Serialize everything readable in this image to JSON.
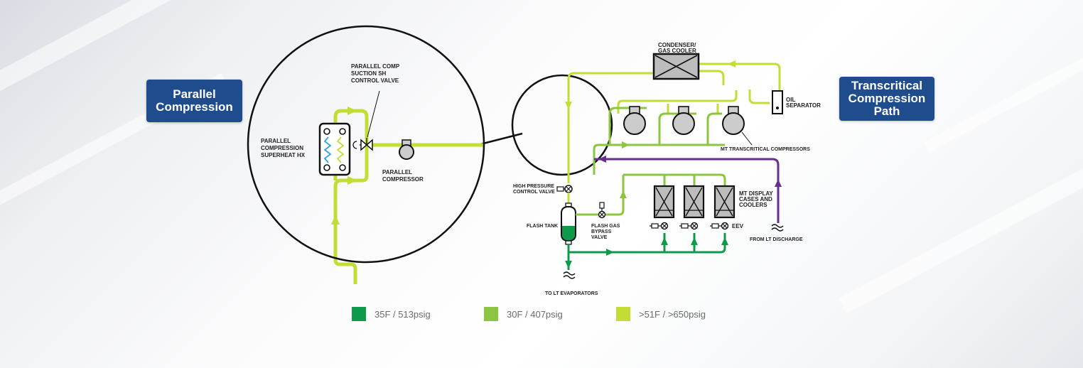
{
  "callouts": {
    "parallel": [
      "Parallel",
      "Compression"
    ],
    "transcritical": [
      "Transcritical",
      "Compression",
      "Path"
    ]
  },
  "labels": {
    "pc_valve": [
      "PARALLEL COMP",
      "SUCTION SH",
      "CONTROL VALVE"
    ],
    "pc_hx": [
      "PARALLEL",
      "COMPRESSION",
      "SUPERHEAT HX"
    ],
    "pc_compressor": [
      "PARALLEL",
      "COMPRESSOR"
    ],
    "condenser": [
      "CONDENSER/",
      "GAS COOLER"
    ],
    "oil_separator": [
      "OIL",
      "SEPARATOR"
    ],
    "mt_compressors": "MT TRANSCRITICAL COMPRESSORS",
    "hp_valve": [
      "HIGH PRESSURE",
      "CONTROL VALVE"
    ],
    "flash_tank": "FLASH TANK",
    "fg_bypass": [
      "FLASH GAS",
      "BYPASS",
      "VALVE"
    ],
    "display_cases": [
      "MT DISPLAY",
      "CASES AND",
      "COOLERS"
    ],
    "eev": "EEV",
    "lt_discharge": "FROM LT DISCHARGE",
    "lt_evaporators": "TO LT EVAPORATORS"
  },
  "legend": [
    {
      "label": "35F / 513psig",
      "color": "#0e9a4b"
    },
    {
      "label": "30F / 407psig",
      "color": "#8cc540"
    },
    {
      "label": ">51F / >650psig",
      "color": "#c4dd35"
    }
  ],
  "colors": {
    "dark_green": "#0e9a4b",
    "mid_green": "#8cc540",
    "light_green": "#c4dd35",
    "purple": "#6a2c91",
    "callout_bg": "#1f4c8c"
  }
}
